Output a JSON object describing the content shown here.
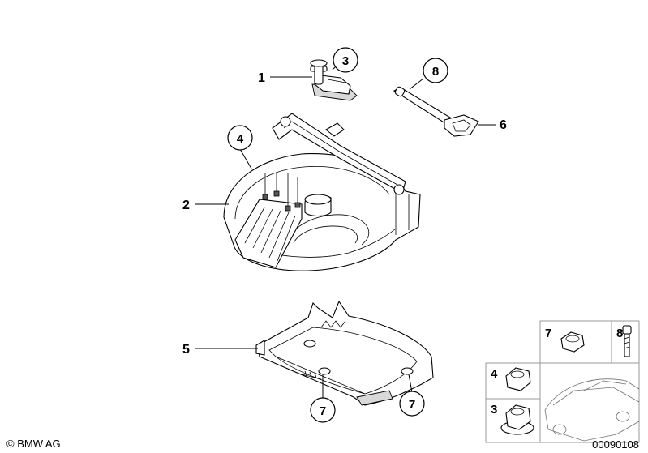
{
  "parts": {
    "part_1": "1",
    "part_2": "2",
    "part_3": "3",
    "part_4": "4",
    "part_5": "5",
    "part_6": "6",
    "part_7a": "7",
    "part_7b": "7",
    "part_8": "8"
  },
  "legend": {
    "row1_left": "7",
    "row1_right": "8",
    "row2": "4",
    "row3": "3"
  },
  "footer": {
    "copyright": "© BMW AG",
    "diagram_number": "00090108"
  }
}
